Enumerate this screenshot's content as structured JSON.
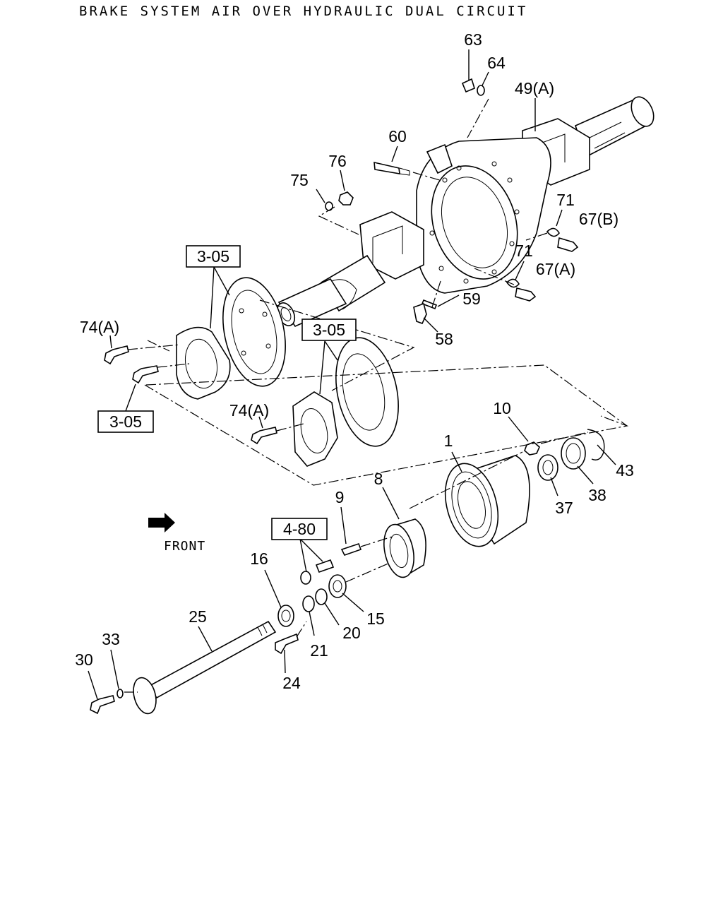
{
  "title": "BRAKE SYSTEM AIR OVER HYDRAULIC DUAL CIRCUIT",
  "front_label": "FRONT",
  "callouts": {
    "p63": "63",
    "p64": "64",
    "p49a": "49(A)",
    "p60": "60",
    "p76": "76",
    "p75": "75",
    "p71a": "71",
    "p67b": "67(B)",
    "p71b": "71",
    "p67a": "67(A)",
    "p59": "59",
    "p58": "58",
    "p74a_top": "74(A)",
    "p74a_mid": "74(A)",
    "p10": "10",
    "p1": "1",
    "p43": "43",
    "p38": "38",
    "p37": "37",
    "p8": "8",
    "p9": "9",
    "p16": "16",
    "p15": "15",
    "p20": "20",
    "p21": "21",
    "p24": "24",
    "p25": "25",
    "p33": "33",
    "p30": "30"
  },
  "references": {
    "r305_top": "3-05",
    "r305_mid": "3-05",
    "r305_left": "3-05",
    "r480": "4-80"
  }
}
